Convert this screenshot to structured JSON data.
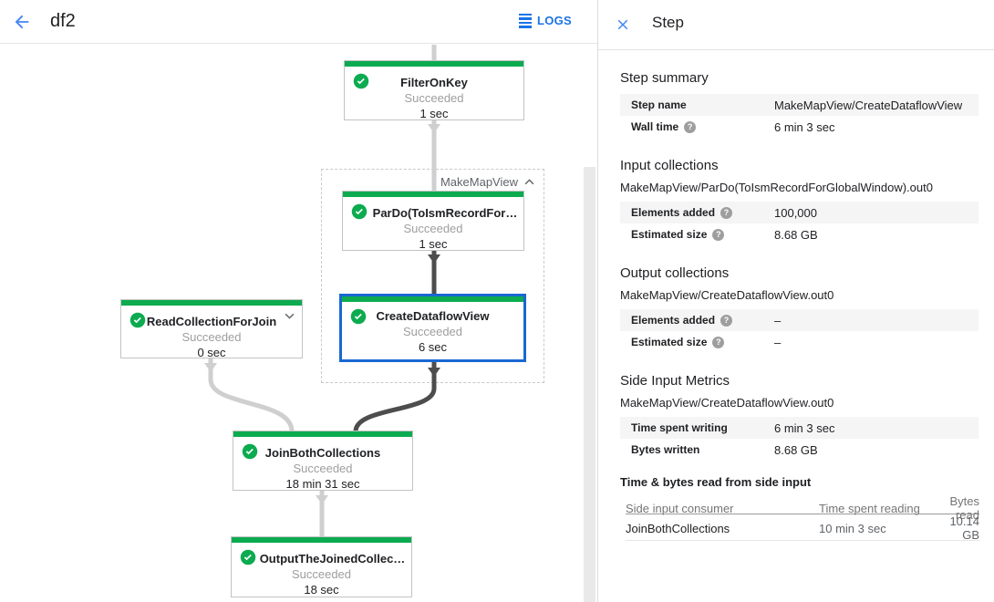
{
  "header": {
    "title": "df2",
    "logs_label": "LOGS"
  },
  "graph": {
    "group_label": "MakeMapView",
    "nodes": [
      {
        "name": "FilterOnKey",
        "status": "Succeeded",
        "time": "1 sec"
      },
      {
        "name": "ParDo(ToIsmRecordFor…",
        "status": "Succeeded",
        "time": "1 sec"
      },
      {
        "name": "CreateDataflowView",
        "status": "Succeeded",
        "time": "6 sec"
      },
      {
        "name": "ReadCollectionForJoin",
        "status": "Succeeded",
        "time": "0 sec"
      },
      {
        "name": "JoinBothCollections",
        "status": "Succeeded",
        "time": "18 min 31 sec"
      },
      {
        "name": "OutputTheJoinedCollec…",
        "status": "Succeeded",
        "time": "18 sec"
      }
    ]
  },
  "panel": {
    "title": "Step",
    "step_summary": {
      "heading": "Step summary",
      "rows": [
        {
          "label": "Step name",
          "value": "MakeMapView/CreateDataflowView"
        },
        {
          "label": "Wall time",
          "value": "6 min 3 sec"
        }
      ]
    },
    "input_collections": {
      "heading": "Input collections",
      "collection": "MakeMapView/ParDo(ToIsmRecordForGlobalWindow).out0",
      "rows": [
        {
          "label": "Elements added",
          "value": "100,000"
        },
        {
          "label": "Estimated size",
          "value": "8.68 GB"
        }
      ]
    },
    "output_collections": {
      "heading": "Output collections",
      "collection": "MakeMapView/CreateDataflowView.out0",
      "rows": [
        {
          "label": "Elements added",
          "value": "–"
        },
        {
          "label": "Estimated size",
          "value": "–"
        }
      ]
    },
    "side_input_metrics": {
      "heading": "Side Input Metrics",
      "collection": "MakeMapView/CreateDataflowView.out0",
      "rows": [
        {
          "label": "Time spent writing",
          "value": "6 min 3 sec"
        },
        {
          "label": "Bytes written",
          "value": "8.68 GB"
        }
      ]
    },
    "side_input_table": {
      "heading": "Time & bytes read from side input",
      "columns": [
        "Side input consumer",
        "Time spent reading",
        "Bytes read"
      ],
      "rows": [
        [
          "JoinBothCollections",
          "10 min 3 sec",
          "10.14 GB"
        ]
      ]
    }
  },
  "colors": {
    "success_green": "#0cab50",
    "selection_blue": "#1967d2",
    "link_blue": "#1a73e8",
    "edge_light": "#cfcfcf",
    "edge_dark": "#4d4d4d"
  }
}
